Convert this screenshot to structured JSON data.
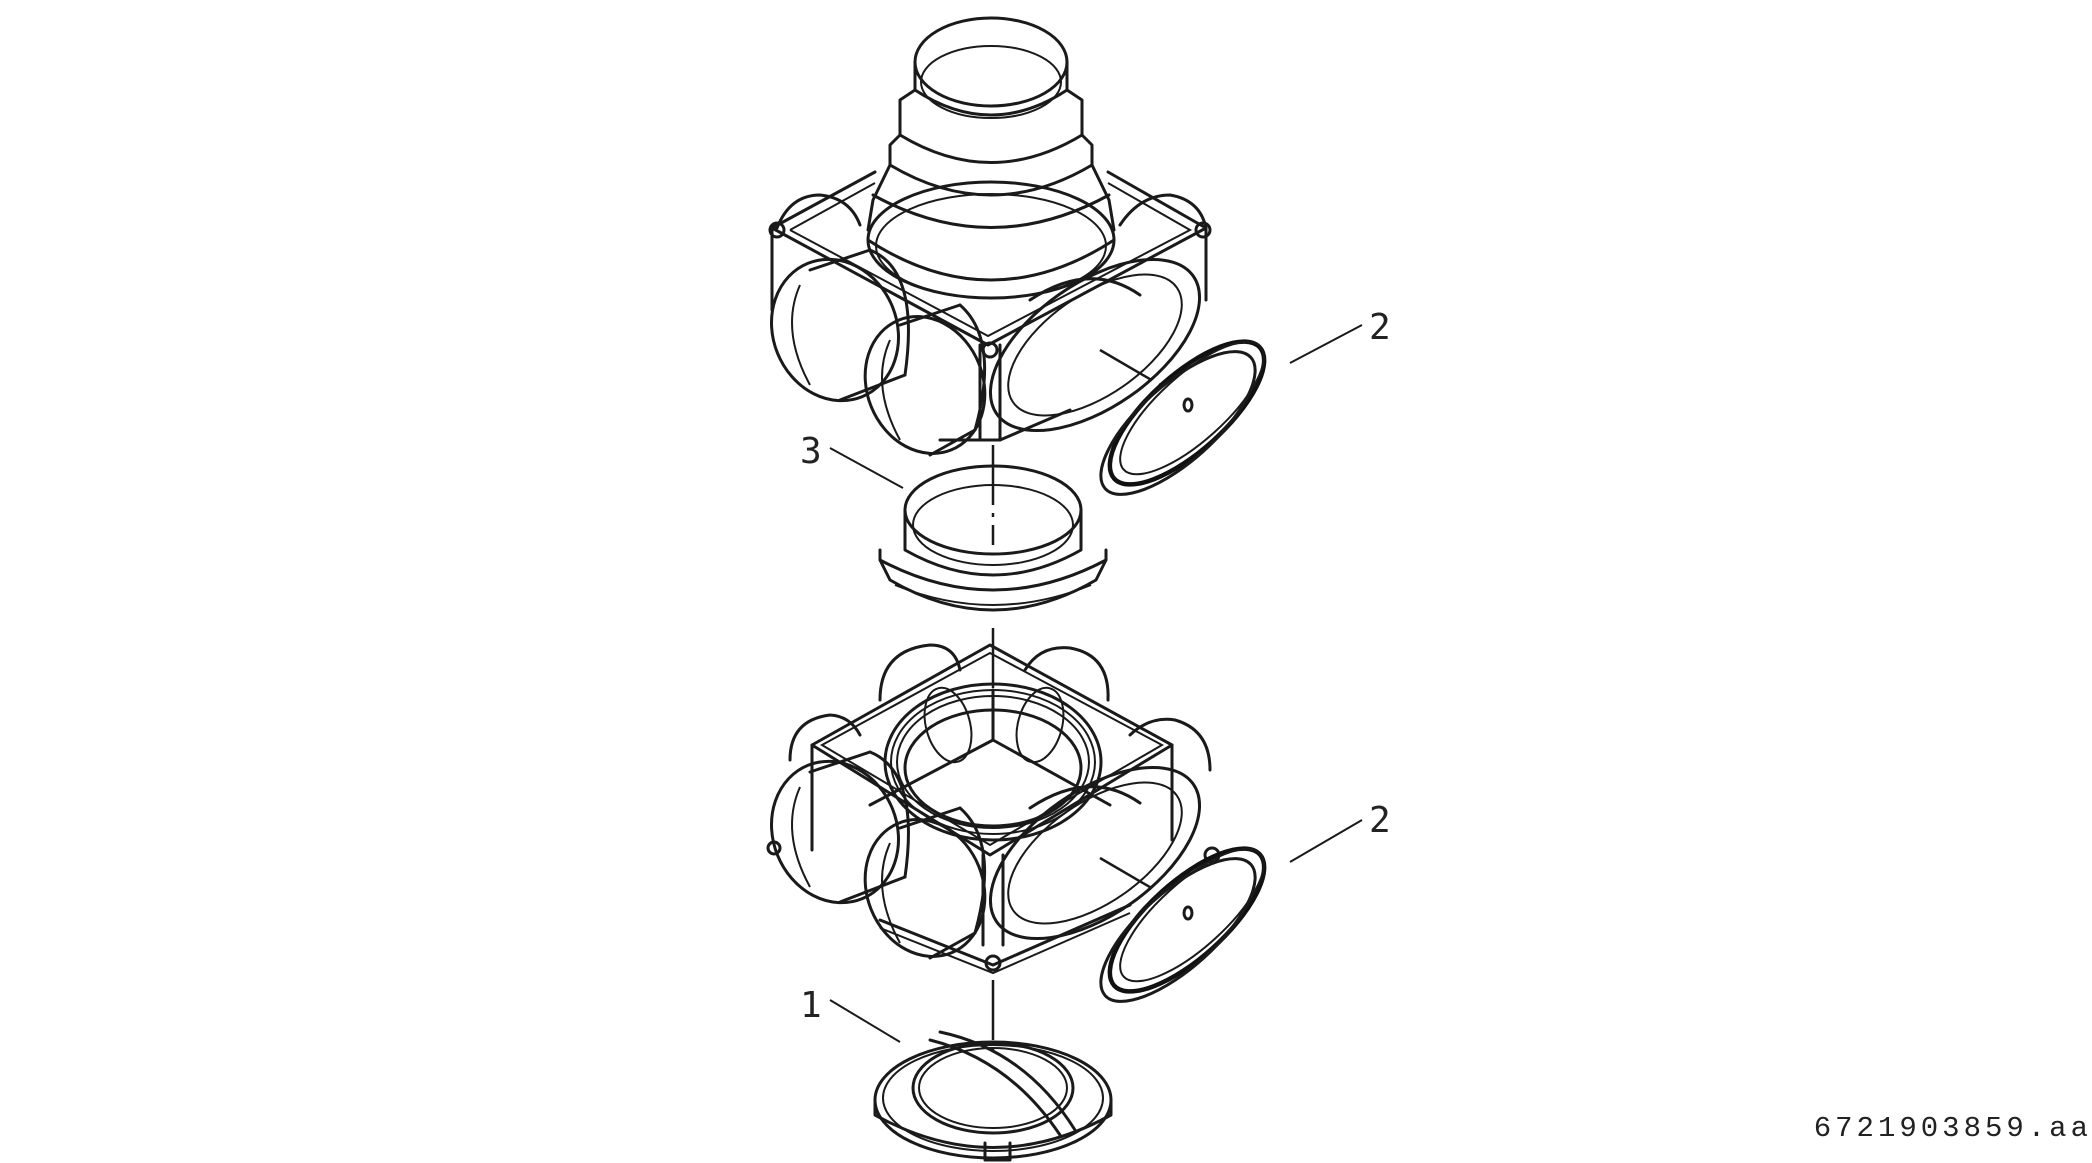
{
  "figure": {
    "type": "exploded-assembly-drawing",
    "subject": "ventilation distribution box (plenum) with spigots, stacked two-tier assembly",
    "document_number": "6721903859.aa"
  },
  "callouts": [
    {
      "id": "callout-3",
      "label": "3",
      "part": "coupling-ring"
    },
    {
      "id": "callout-2-top",
      "label": "2",
      "part": "blanking-cap-upper"
    },
    {
      "id": "callout-2-bottom",
      "label": "2",
      "part": "blanking-cap-lower"
    },
    {
      "id": "callout-1",
      "label": "1",
      "part": "bottom-cover"
    }
  ],
  "colors": {
    "line": "#1a1a1a",
    "background": "#ffffff"
  }
}
